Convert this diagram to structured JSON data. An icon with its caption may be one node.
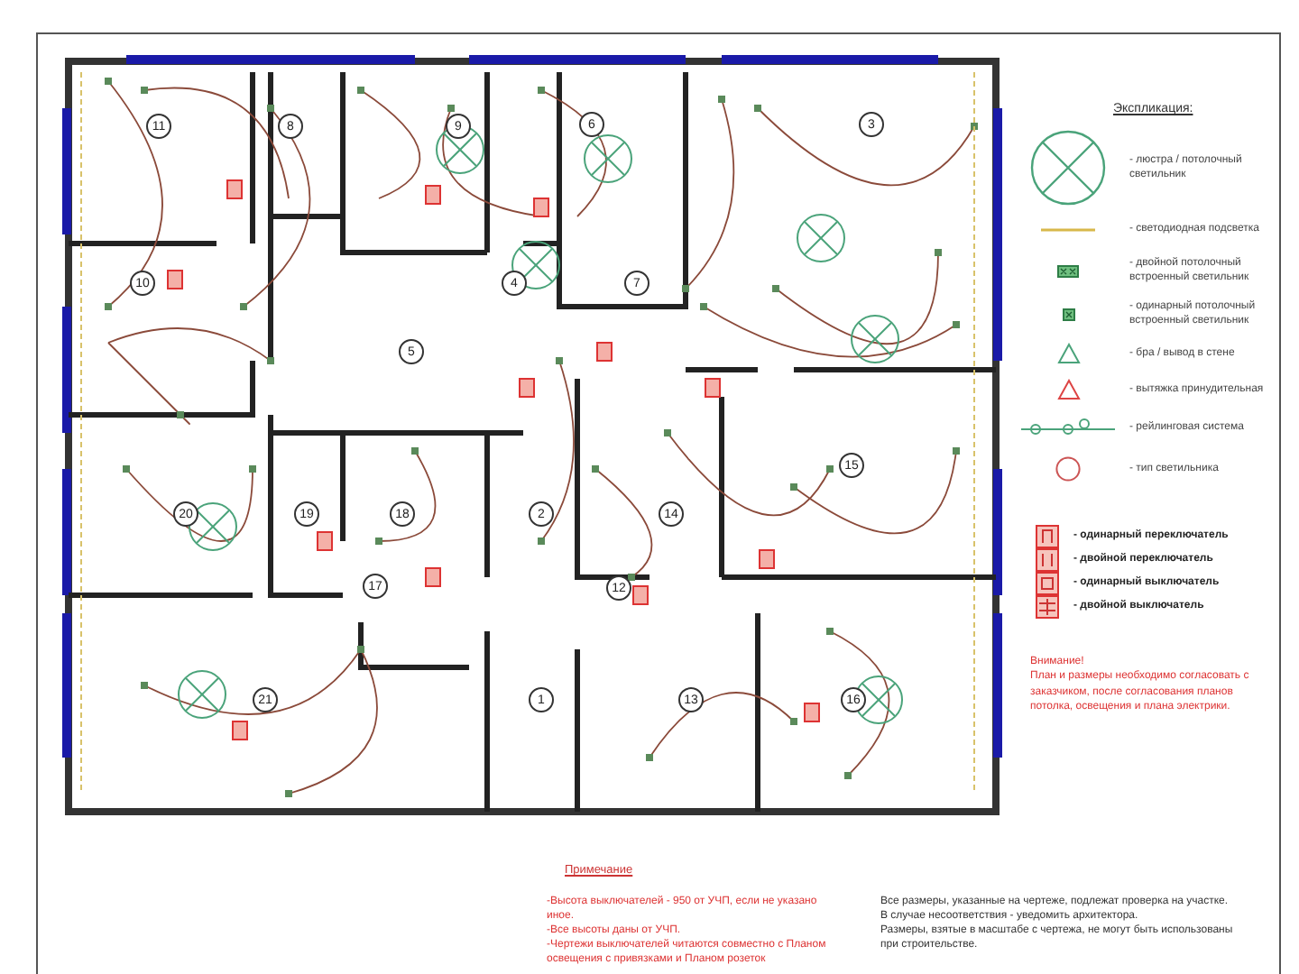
{
  "diagram": {
    "labels": [
      "11",
      "8",
      "9",
      "6",
      "3",
      "10",
      "4",
      "7",
      "5",
      "2",
      "14",
      "15",
      "12",
      "20",
      "19",
      "18",
      "17",
      "21",
      "1",
      "13",
      "16",
      "Экспликация:",
      "Внимание!",
      "План и размеры необходимо согласовать с заказчиком, после согласования планов потолка, освещения и плана электрики.",
      "Примечание",
      "-Высота выключателей - 950 от УЧП, если не указано иное.",
      "-Все высоты даны от УЧП.",
      "-Чертежи выключателей читаются совместно с Планом освещения с привязками и Планом розеток",
      "Все размеры, указанные на чертеже, подлежат проверка на участке.",
      "В случае несоответствия - уведомить архитектора.",
      "Размеры, взятые в масштабе с чертежа, не могут быть использованы при строительстве."
    ],
    "legend": [
      {
        "text": "- люстра / потолочный светильник"
      },
      {
        "text": "- светодиодная подсветка"
      },
      {
        "text": "- двойной потолочный встроенный светильник"
      },
      {
        "text": "- одинарный потолочный встроенный светильник"
      },
      {
        "text": "- бра / вывод в стене"
      },
      {
        "text": "- вытяжка принудительная"
      },
      {
        "text": "- рейлинговая система"
      },
      {
        "text": "- тип светильника"
      },
      {
        "text": "- одинарный переключатель"
      },
      {
        "text": "- двойной переключатель"
      },
      {
        "text": "- одинарный выключатель"
      },
      {
        "text": "- двойной выключатель"
      }
    ]
  }
}
